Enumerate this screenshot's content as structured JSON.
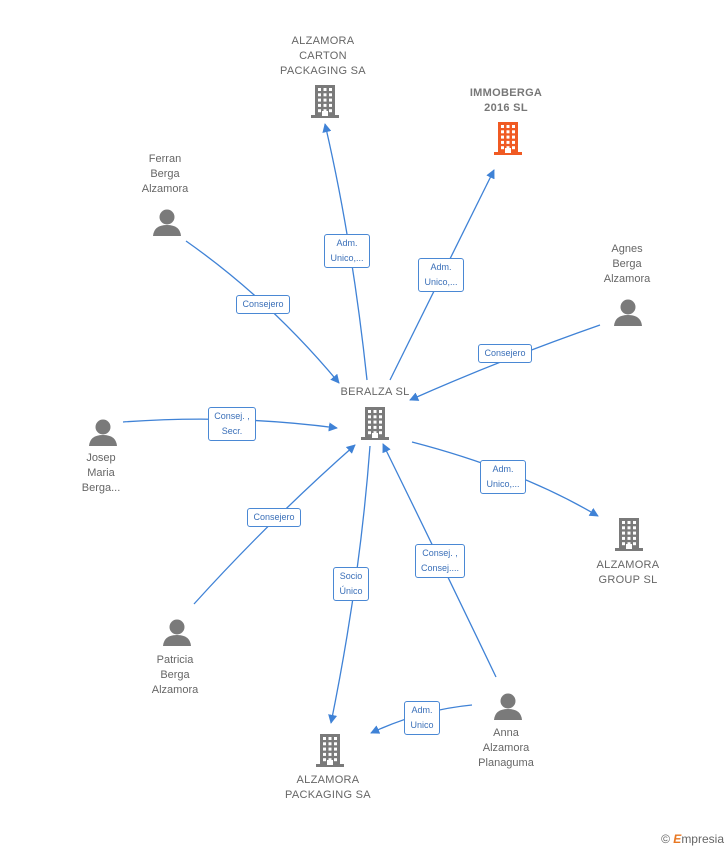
{
  "colors": {
    "edge": "#3f82d6",
    "icon": "#7a7a7a",
    "highlight": "#f05a23"
  },
  "nodes": [
    {
      "id": "beralza",
      "type": "company",
      "label": "BERALZA  SL"
    },
    {
      "id": "carton",
      "type": "company",
      "label": "ALZAMORA\nCARTON\nPACKAGING SA"
    },
    {
      "id": "immoberga",
      "type": "company",
      "label": "IMMOBERGA\n2016  SL",
      "highlight": true
    },
    {
      "id": "ferran",
      "type": "person",
      "label": "Ferran\nBerga\nAlzamora"
    },
    {
      "id": "agnes",
      "type": "person",
      "label": "Agnes\nBerga\nAlzamora"
    },
    {
      "id": "josep",
      "type": "person",
      "label": "Josep\nMaria\nBerga..."
    },
    {
      "id": "group",
      "type": "company",
      "label": "ALZAMORA\nGROUP  SL"
    },
    {
      "id": "patricia",
      "type": "person",
      "label": "Patricia\nBerga\nAlzamora"
    },
    {
      "id": "anna",
      "type": "person",
      "label": "Anna\nAlzamora\nPlanaguma"
    },
    {
      "id": "packaging",
      "type": "company",
      "label": "ALZAMORA\nPACKAGING SA"
    }
  ],
  "edges": [
    {
      "from": "beralza",
      "to": "carton",
      "label": "Adm.\nUnico,..."
    },
    {
      "from": "beralza",
      "to": "immoberga",
      "label": "Adm.\nUnico,..."
    },
    {
      "from": "ferran",
      "to": "beralza",
      "label": "Consejero"
    },
    {
      "from": "agnes",
      "to": "beralza",
      "label": "Consejero"
    },
    {
      "from": "josep",
      "to": "beralza",
      "label": "Consej. ,\nSecr."
    },
    {
      "from": "beralza",
      "to": "group",
      "label": "Adm.\nUnico,..."
    },
    {
      "from": "patricia",
      "to": "beralza",
      "label": "Consejero"
    },
    {
      "from": "anna",
      "to": "beralza",
      "label": "Consej. ,\nConsej...."
    },
    {
      "from": "beralza",
      "to": "packaging",
      "label": "Socio\nÚnico"
    },
    {
      "from": "anna",
      "to": "packaging",
      "label": "Adm.\nUnico"
    }
  ],
  "brand": {
    "copyright": "©",
    "name": "mpresia",
    "initial": "E"
  }
}
